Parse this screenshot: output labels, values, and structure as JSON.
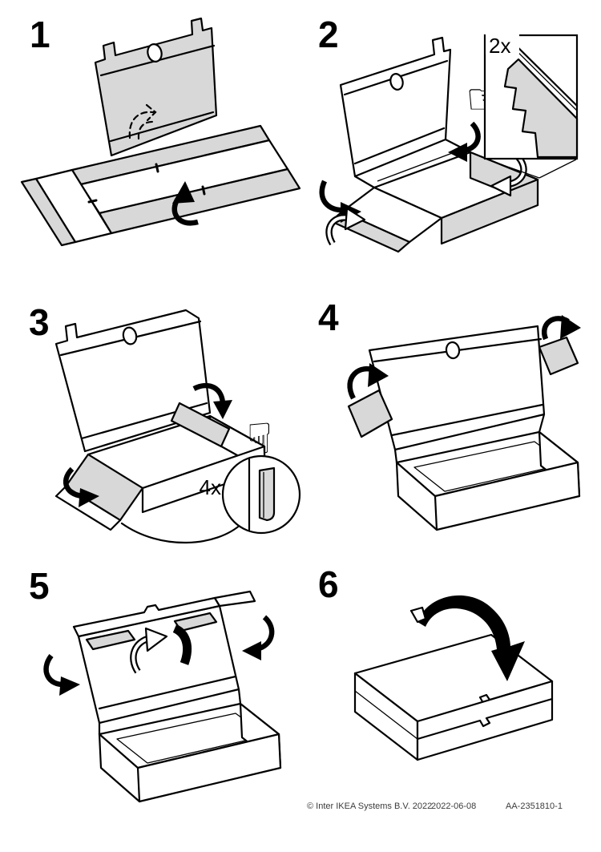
{
  "document": {
    "type": "assembly-instructions",
    "page_background": "#ffffff"
  },
  "colors": {
    "line": "#000000",
    "cardboard_gray": "#d8d8d8",
    "footer_text": "#3c3c3c"
  },
  "icons": {
    "hand_right": "☞",
    "hand_down": "☟"
  },
  "steps": [
    {
      "number": "1"
    },
    {
      "number": "2",
      "repeat_badge": "2x"
    },
    {
      "number": "3",
      "repeat_badge": "4x"
    },
    {
      "number": "4"
    },
    {
      "number": "5"
    },
    {
      "number": "6"
    }
  ],
  "footer": {
    "copyright": "© Inter IKEA Systems B.V. 2022",
    "date": "2022-06-08",
    "document_number": "AA-2351810-1"
  }
}
